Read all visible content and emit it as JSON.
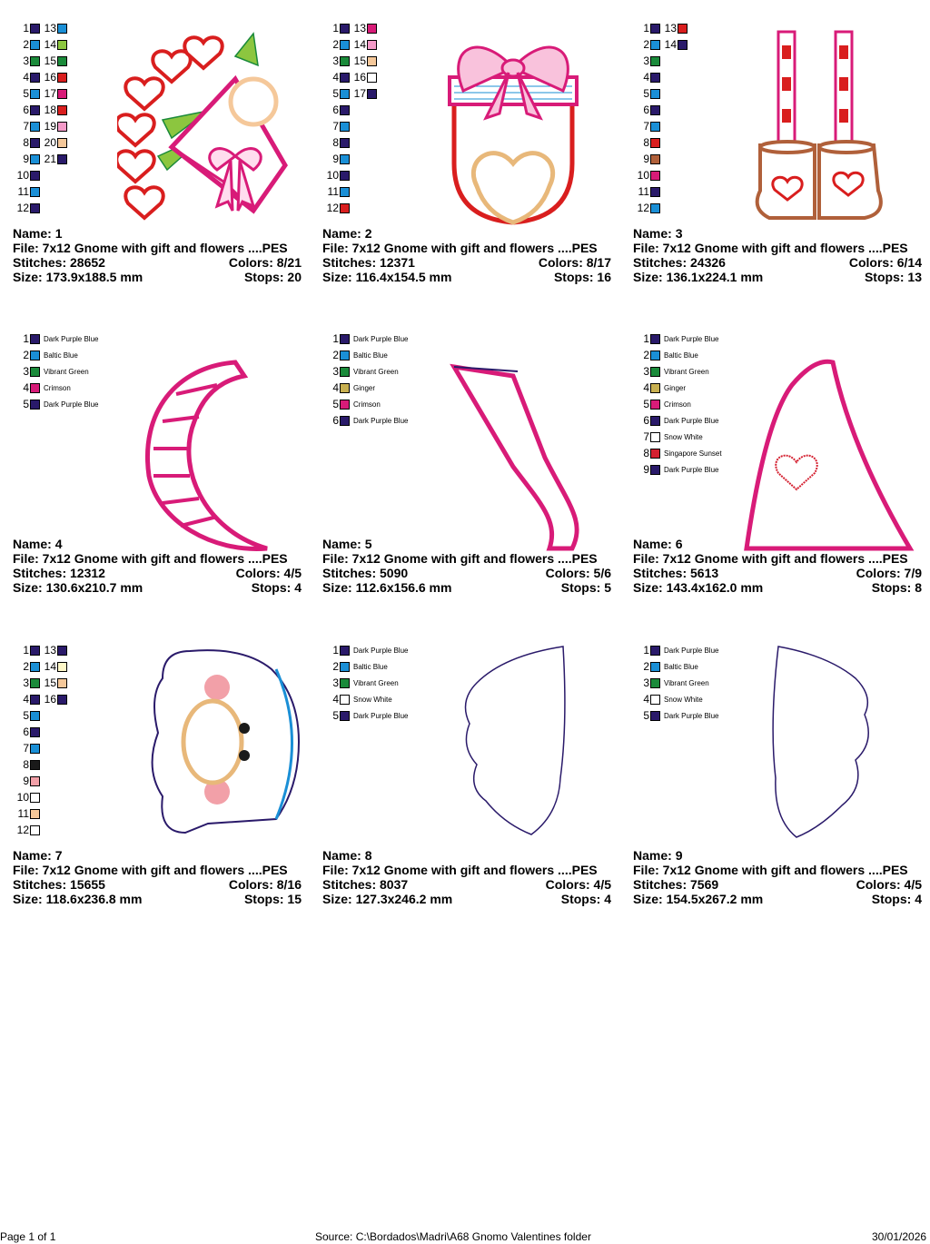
{
  "labels": {
    "name": "Name:",
    "file": "File:",
    "stitches": "Stitches:",
    "colors": "Colors:",
    "size": "Size:",
    "stops": "Stops:"
  },
  "palette": {
    "dark_purple_blue": "#2a1a6a",
    "baltic_blue": "#1a8fd6",
    "vibrant_green": "#1a8a3a",
    "crimson": "#d81b78",
    "red": "#d91e1e",
    "lime": "#8cc63f",
    "pink": "#f49ac8",
    "tan": "#f5c89a",
    "white": "#ffffff",
    "ginger": "#c8b050",
    "black": "#1a1a1a",
    "rose": "#f2a0a8",
    "brown": "#b0603a",
    "singapore_sunset": "#d42030",
    "light_yellow": "#fff8c8"
  },
  "designs": [
    {
      "name": "1",
      "file": "7x12 Gnome with gift and flowers ....PES",
      "stitches": "28652",
      "colors": "8/21",
      "size": "173.9x188.5 mm",
      "stops": "20",
      "legend_type": "grid",
      "col1": [
        [
          "1",
          "dark_purple_blue"
        ],
        [
          "2",
          "baltic_blue"
        ],
        [
          "3",
          "vibrant_green"
        ],
        [
          "4",
          "dark_purple_blue"
        ],
        [
          "5",
          "baltic_blue"
        ],
        [
          "6",
          "dark_purple_blue"
        ],
        [
          "7",
          "baltic_blue"
        ],
        [
          "8",
          "dark_purple_blue"
        ],
        [
          "9",
          "baltic_blue"
        ],
        [
          "10",
          "dark_purple_blue"
        ],
        [
          "11",
          "baltic_blue"
        ],
        [
          "12",
          "dark_purple_blue"
        ]
      ],
      "col2": [
        [
          "13",
          "baltic_blue"
        ],
        [
          "14",
          "lime"
        ],
        [
          "15",
          "vibrant_green"
        ],
        [
          "16",
          "red"
        ],
        [
          "17",
          "crimson"
        ],
        [
          "18",
          "red"
        ],
        [
          "19",
          "pink"
        ],
        [
          "20",
          "tan"
        ],
        [
          "21",
          "dark_purple_blue"
        ]
      ]
    },
    {
      "name": "2",
      "file": "7x12 Gnome with gift and flowers ....PES",
      "stitches": "12371",
      "colors": "8/17",
      "size": "116.4x154.5 mm",
      "stops": "16",
      "legend_type": "grid",
      "col1": [
        [
          "1",
          "dark_purple_blue"
        ],
        [
          "2",
          "baltic_blue"
        ],
        [
          "3",
          "vibrant_green"
        ],
        [
          "4",
          "dark_purple_blue"
        ],
        [
          "5",
          "baltic_blue"
        ],
        [
          "6",
          "dark_purple_blue"
        ],
        [
          "7",
          "baltic_blue"
        ],
        [
          "8",
          "dark_purple_blue"
        ],
        [
          "9",
          "baltic_blue"
        ],
        [
          "10",
          "dark_purple_blue"
        ],
        [
          "11",
          "baltic_blue"
        ],
        [
          "12",
          "red"
        ]
      ],
      "col2": [
        [
          "13",
          "crimson"
        ],
        [
          "14",
          "pink"
        ],
        [
          "15",
          "tan"
        ],
        [
          "16",
          "white"
        ],
        [
          "17",
          "dark_purple_blue"
        ]
      ]
    },
    {
      "name": "3",
      "file": "7x12 Gnome with gift and flowers ....PES",
      "stitches": "24326",
      "colors": "6/14",
      "size": "136.1x224.1 mm",
      "stops": "13",
      "legend_type": "grid",
      "col1": [
        [
          "1",
          "dark_purple_blue"
        ],
        [
          "2",
          "baltic_blue"
        ],
        [
          "3",
          "vibrant_green"
        ],
        [
          "4",
          "dark_purple_blue"
        ],
        [
          "5",
          "baltic_blue"
        ],
        [
          "6",
          "dark_purple_blue"
        ],
        [
          "7",
          "baltic_blue"
        ],
        [
          "8",
          "red"
        ],
        [
          "9",
          "brown"
        ],
        [
          "10",
          "crimson"
        ],
        [
          "11",
          "dark_purple_blue"
        ],
        [
          "12",
          "baltic_blue"
        ]
      ],
      "col2": [
        [
          "13",
          "red"
        ],
        [
          "14",
          "dark_purple_blue"
        ]
      ]
    },
    {
      "name": "4",
      "file": "7x12 Gnome with gift and flowers ....PES",
      "stitches": "12312",
      "colors": "4/5",
      "size": "130.6x210.7 mm",
      "stops": "4",
      "legend_type": "named",
      "items": [
        [
          "1",
          "dark_purple_blue",
          "Dark Purple Blue"
        ],
        [
          "2",
          "baltic_blue",
          "Baltic Blue"
        ],
        [
          "3",
          "vibrant_green",
          "Vibrant Green"
        ],
        [
          "4",
          "crimson",
          "Crimson"
        ],
        [
          "5",
          "dark_purple_blue",
          "Dark Purple Blue"
        ]
      ]
    },
    {
      "name": "5",
      "file": "7x12 Gnome with gift and flowers ....PES",
      "stitches": "5090",
      "colors": "5/6",
      "size": "112.6x156.6 mm",
      "stops": "5",
      "legend_type": "named",
      "items": [
        [
          "1",
          "dark_purple_blue",
          "Dark Purple Blue"
        ],
        [
          "2",
          "baltic_blue",
          "Baltic Blue"
        ],
        [
          "3",
          "vibrant_green",
          "Vibrant Green"
        ],
        [
          "4",
          "ginger",
          "Ginger"
        ],
        [
          "5",
          "crimson",
          "Crimson"
        ],
        [
          "6",
          "dark_purple_blue",
          "Dark Purple Blue"
        ]
      ]
    },
    {
      "name": "6",
      "file": "7x12 Gnome with gift and flowers ....PES",
      "stitches": "5613",
      "colors": "7/9",
      "size": "143.4x162.0 mm",
      "stops": "8",
      "legend_type": "named",
      "items": [
        [
          "1",
          "dark_purple_blue",
          "Dark Purple Blue"
        ],
        [
          "2",
          "baltic_blue",
          "Baltic Blue"
        ],
        [
          "3",
          "vibrant_green",
          "Vibrant Green"
        ],
        [
          "4",
          "ginger",
          "Ginger"
        ],
        [
          "5",
          "crimson",
          "Crimson"
        ],
        [
          "6",
          "dark_purple_blue",
          "Dark Purple Blue"
        ],
        [
          "7",
          "white",
          "Snow White"
        ],
        [
          "8",
          "singapore_sunset",
          "Singapore Sunset"
        ],
        [
          "9",
          "dark_purple_blue",
          "Dark Purple Blue"
        ]
      ]
    },
    {
      "name": "7",
      "file": "7x12 Gnome with gift and flowers ....PES",
      "stitches": "15655",
      "colors": "8/16",
      "size": "118.6x236.8 mm",
      "stops": "15",
      "legend_type": "grid",
      "col1": [
        [
          "1",
          "dark_purple_blue"
        ],
        [
          "2",
          "baltic_blue"
        ],
        [
          "3",
          "vibrant_green"
        ],
        [
          "4",
          "dark_purple_blue"
        ],
        [
          "5",
          "baltic_blue"
        ],
        [
          "6",
          "dark_purple_blue"
        ],
        [
          "7",
          "baltic_blue"
        ],
        [
          "8",
          "black"
        ],
        [
          "9",
          "rose"
        ],
        [
          "10",
          "white"
        ],
        [
          "11",
          "tan"
        ],
        [
          "12",
          "white"
        ]
      ],
      "col2": [
        [
          "13",
          "dark_purple_blue"
        ],
        [
          "14",
          "light_yellow"
        ],
        [
          "15",
          "tan"
        ],
        [
          "16",
          "dark_purple_blue"
        ]
      ]
    },
    {
      "name": "8",
      "file": "7x12 Gnome with gift and flowers ....PES",
      "stitches": "8037",
      "colors": "4/5",
      "size": "127.3x246.2 mm",
      "stops": "4",
      "legend_type": "named",
      "items": [
        [
          "1",
          "dark_purple_blue",
          "Dark Purple Blue"
        ],
        [
          "2",
          "baltic_blue",
          "Baltic Blue"
        ],
        [
          "3",
          "vibrant_green",
          "Vibrant Green"
        ],
        [
          "4",
          "white",
          "Snow White"
        ],
        [
          "5",
          "dark_purple_blue",
          "Dark Purple Blue"
        ]
      ]
    },
    {
      "name": "9",
      "file": "7x12 Gnome with gift and flowers ....PES",
      "stitches": "7569",
      "colors": "4/5",
      "size": "154.5x267.2 mm",
      "stops": "4",
      "legend_type": "named",
      "items": [
        [
          "1",
          "dark_purple_blue",
          "Dark Purple Blue"
        ],
        [
          "2",
          "baltic_blue",
          "Baltic Blue"
        ],
        [
          "3",
          "vibrant_green",
          "Vibrant Green"
        ],
        [
          "4",
          "white",
          "Snow White"
        ],
        [
          "5",
          "dark_purple_blue",
          "Dark Purple Blue"
        ]
      ]
    }
  ],
  "footer": {
    "page": "Page 1 of 1",
    "source": "Source: C:\\Bordados\\Madri\\A68 Gnomo Valentines folder",
    "date": "30/01/2026"
  }
}
